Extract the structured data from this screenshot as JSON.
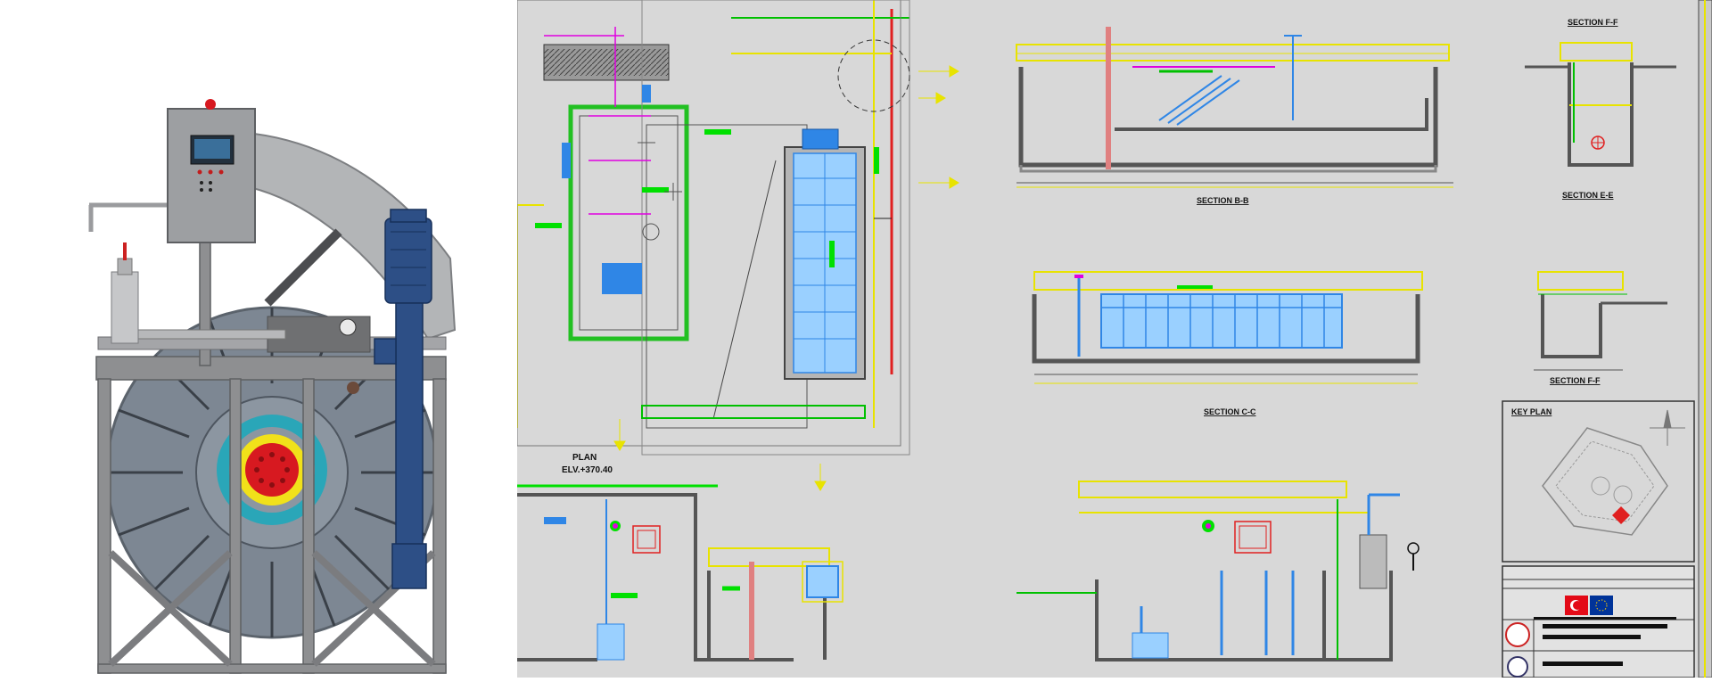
{
  "drawing": {
    "plan": {
      "title": "PLAN",
      "elevation": "ELV.+370.40"
    },
    "section_labels": {
      "b": "SECTION B-B",
      "c": "SECTION C-C",
      "e": "SECTION E-E",
      "f_top": "SECTION F-F",
      "f_mid": "SECTION F-F"
    },
    "key_plan": {
      "title": "KEY PLAN"
    }
  },
  "colors": {
    "drawing_bg": "#d8d8d8",
    "frame_steel": "#8e8f91",
    "disc_face": "#7d8793",
    "motor_blue": "#2d4f86",
    "hub_red": "#d71920",
    "hub_yellow": "#f1e11a",
    "hub_teal": "#2aa6b8",
    "cad_yellow": "#e8e300",
    "cad_magenta": "#e000e0",
    "cad_green": "#00c000",
    "cad_blue": "#2f86e6",
    "cad_red": "#e02020"
  },
  "icons": [
    "turkey-flag-icon",
    "eu-flag-icon",
    "north-arrow-icon",
    "seal-icon"
  ]
}
